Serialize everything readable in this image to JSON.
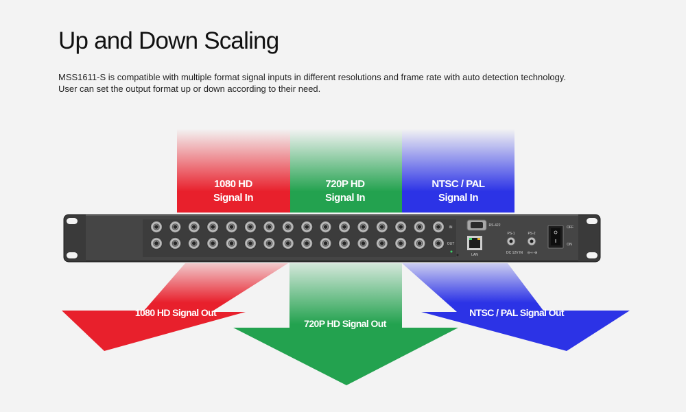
{
  "header": {
    "title": "Up and Down Scaling",
    "desc_line1": "MSS1611-S is compatible with multiple format signal inputs in different resolutions and frame rate with auto detection technology.",
    "desc_line2": "User can set the output format up or down according to their need."
  },
  "inputs": [
    {
      "line1": "1080 HD",
      "line2": "Signal In",
      "color": "#e8202c"
    },
    {
      "line1": "720P HD",
      "line2": "Signal In",
      "color": "#23a24f"
    },
    {
      "line1": "NTSC / PAL",
      "line2": "Signal In",
      "color": "#2c33e6"
    }
  ],
  "outputs": [
    {
      "label": "1080 HD Signal Out",
      "color": "#e8202c"
    },
    {
      "label": "720P HD Signal Out",
      "color": "#23a24f"
    },
    {
      "label": "NTSC /  PAL Signal Out",
      "color": "#2c33e6"
    }
  ],
  "device": {
    "port_labels": {
      "in": "IN",
      "out": "OUT",
      "rs422": "RS-422",
      "lan": "LAN",
      "ps1": "PS-1",
      "ps2": "PS-2",
      "dc": "DC 12V IN",
      "off": "OFF",
      "on": "ON"
    }
  }
}
